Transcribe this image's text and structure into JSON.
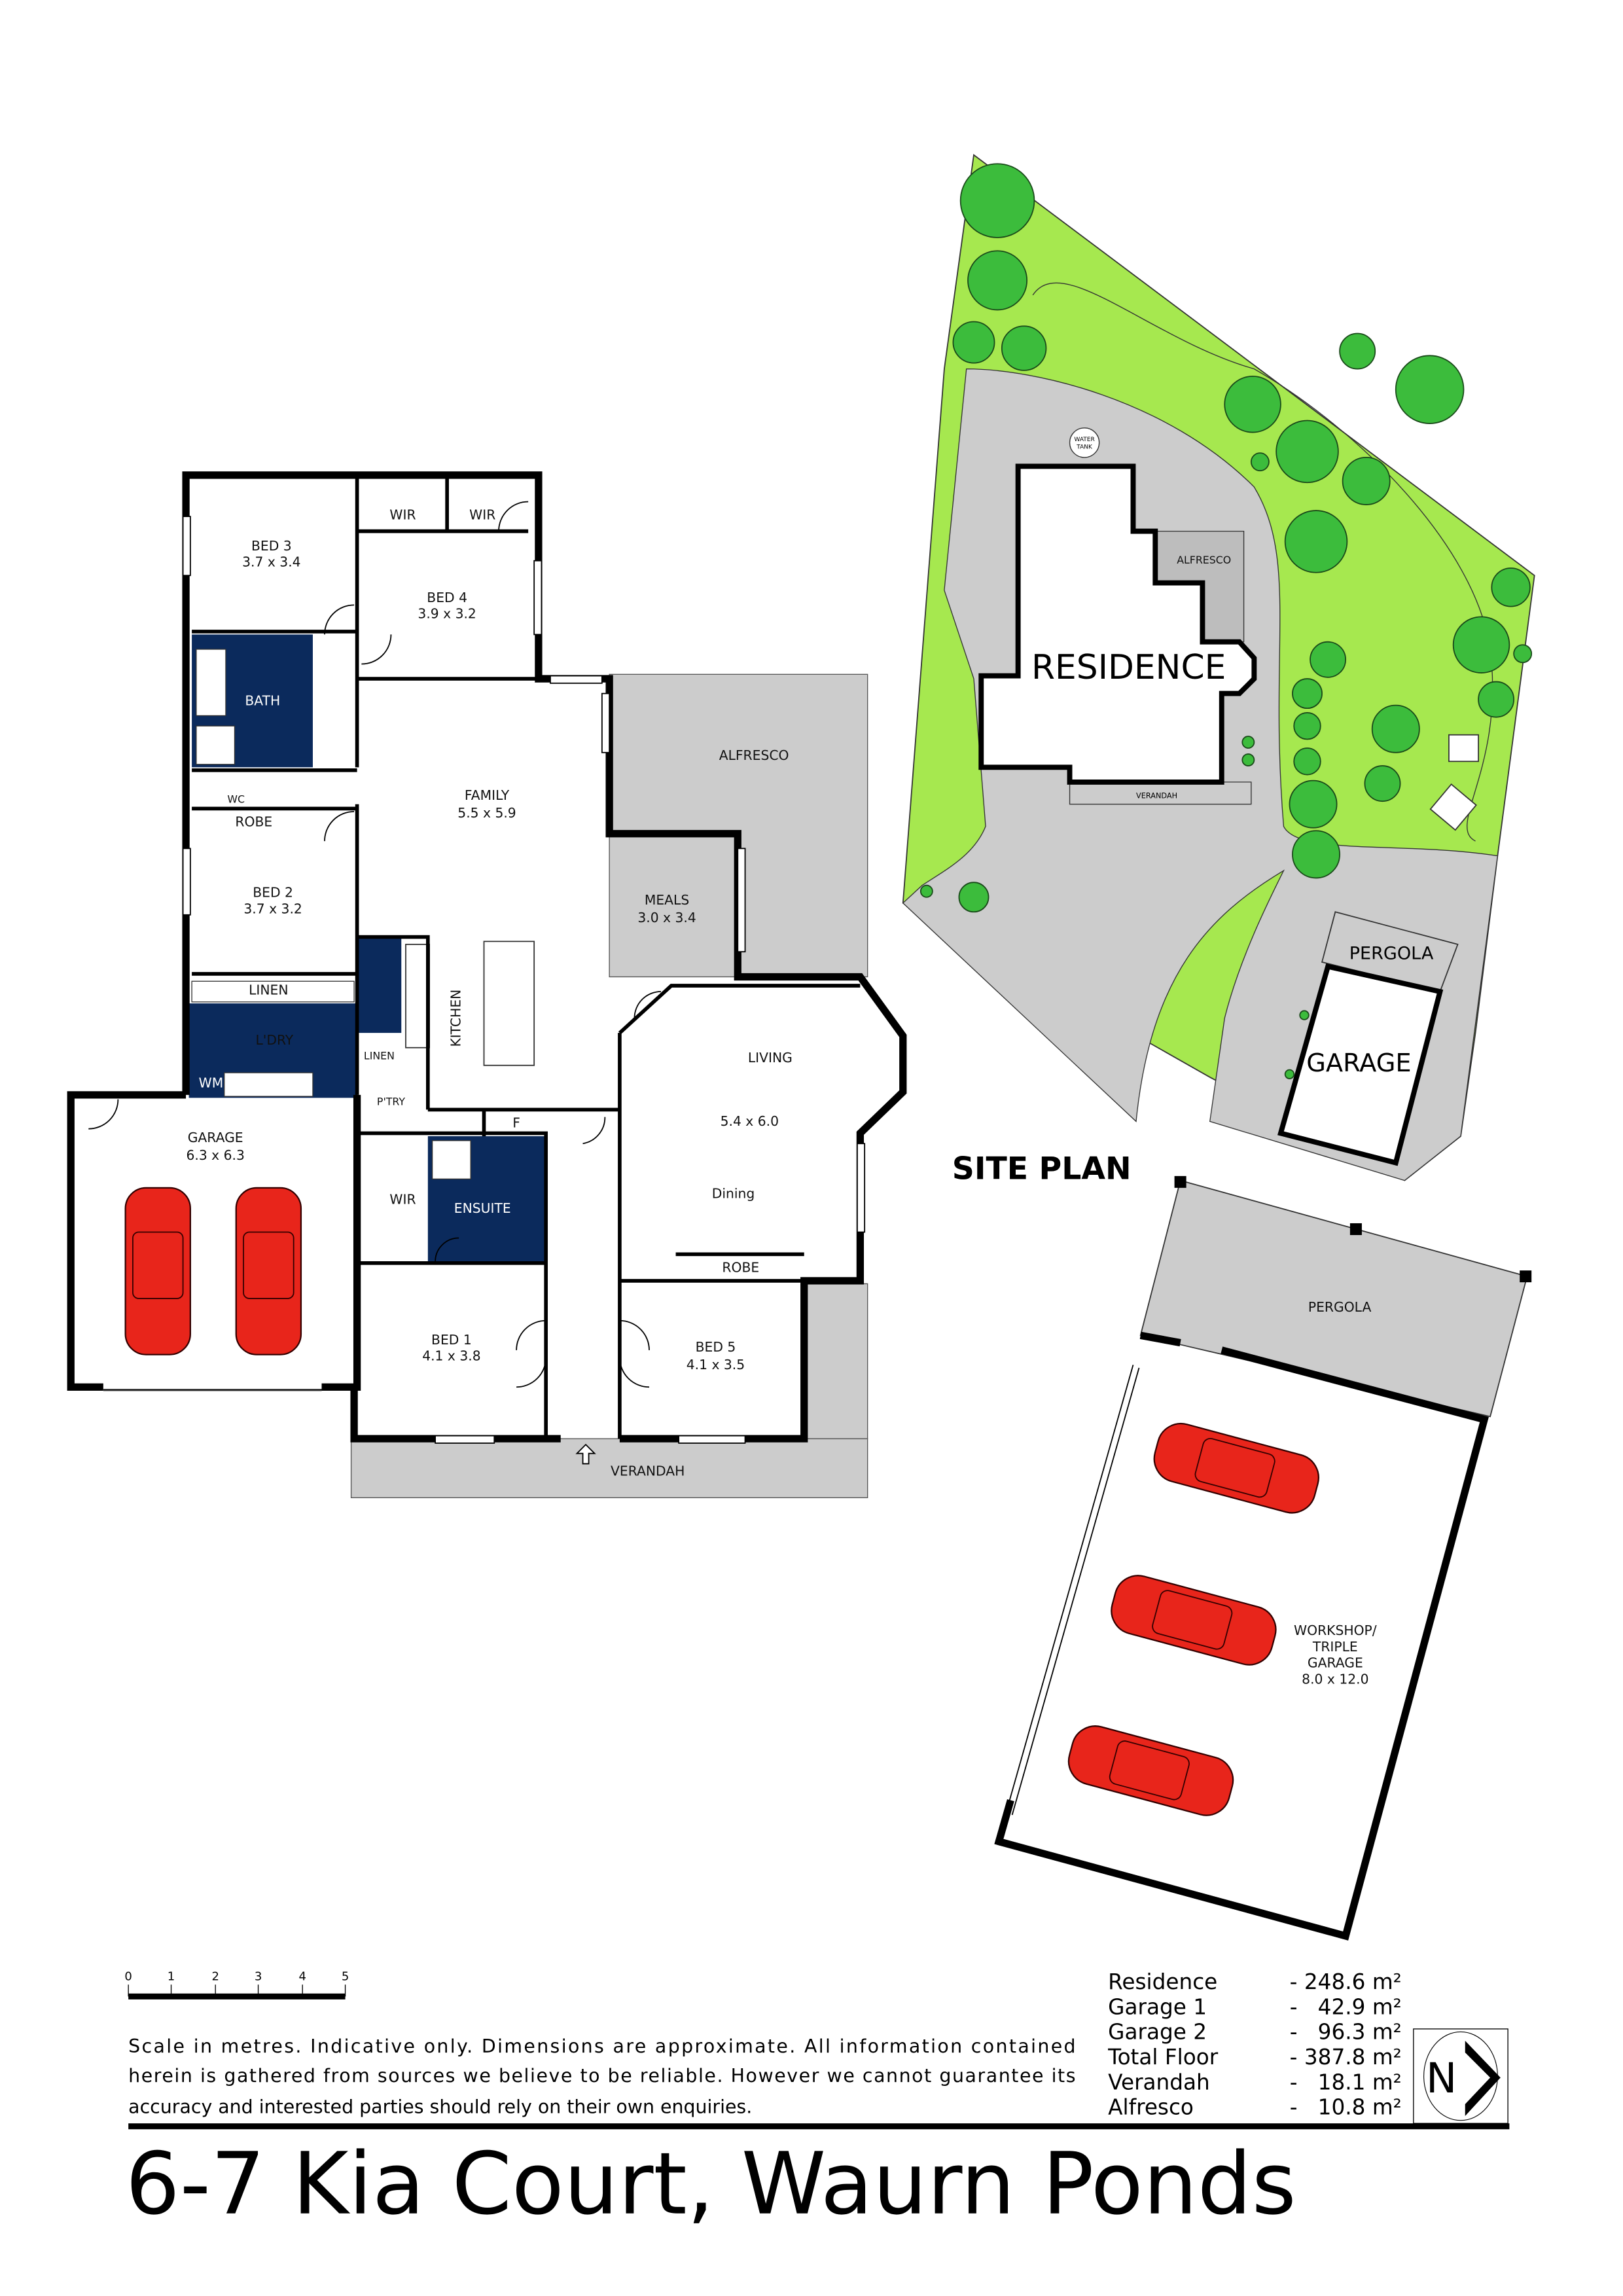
{
  "title": "6-7 Kia Court, Waurn Ponds",
  "disclaimer": [
    "Scale in metres. Indicative only. Dimensions are approximate.  All information contained",
    "herein is gathered from sources we believe to be reliable. However we cannot guarantee its",
    "accuracy and interested parties should rely on their own enquiries."
  ],
  "scale_bar": {
    "ticks": [
      "0",
      "1",
      "2",
      "3",
      "4",
      "5"
    ],
    "unit": "metres"
  },
  "areas": [
    {
      "label": "Residence",
      "value": "- 248.6 m²"
    },
    {
      "label": "Garage 1",
      "value": "-   42.9 m²"
    },
    {
      "label": "Garage 2",
      "value": "-   96.3 m²"
    },
    {
      "label": "Total Floor",
      "value": "- 387.8 m²"
    },
    {
      "label": "Verandah",
      "value": "-   18.1 m²"
    },
    {
      "label": "Alfresco",
      "value": "-   10.8 m²"
    }
  ],
  "north": "N",
  "colors": {
    "wet_area": "#0b2a5c",
    "lawn": "#a6e84f",
    "tree": "#3cbc3c",
    "paving": "#cccccc",
    "car": "#e8251b"
  },
  "floor_plan": {
    "rooms": [
      {
        "name": "BED 3",
        "dims": "3.7 x 3.4"
      },
      {
        "name": "BED 4",
        "dims": "3.9 x 3.2"
      },
      {
        "name": "BED 2",
        "dims": "3.7 x 3.2"
      },
      {
        "name": "FAMILY",
        "dims": "5.5 x 5.9"
      },
      {
        "name": "MEALS",
        "dims": "3.0 x 3.4"
      },
      {
        "name": "GARAGE",
        "dims": "6.3 x 6.3"
      },
      {
        "name": "BED 1",
        "dims": "4.1 x 3.8"
      },
      {
        "name": "BED 5",
        "dims": "4.1 x 3.5"
      },
      {
        "name": "LIVING",
        "dims": "5.4 x 6.0"
      }
    ],
    "labels": {
      "wir1": "WIR",
      "wir2": "WIR",
      "wir3": "WIR",
      "bath": "BATH",
      "wc": "WC",
      "robe1": "ROBE",
      "robe2": "ROBE",
      "linen1": "LINEN",
      "linen2": "LINEN",
      "laundry": "L'DRY",
      "wm": "WM",
      "kitchen": "KITCHEN",
      "pantry": "P'TRY",
      "fridge": "F",
      "ensuite": "ENSUITE",
      "dining": "Dining",
      "alfresco": "ALFRESCO",
      "verandah": "VERANDAH"
    }
  },
  "site_plan": {
    "title": "SITE PLAN",
    "residence": "RESIDENCE",
    "alfresco": "ALFRESCO",
    "water_tank": [
      "WATER",
      "TANK"
    ],
    "verandah": "VERANDAH",
    "pergola": "PERGOLA",
    "garage": "GARAGE",
    "workshop_pergola": "PERGOLA",
    "workshop": [
      "WORKSHOP/",
      "TRIPLE",
      "GARAGE",
      "8.0 x 12.0"
    ]
  }
}
